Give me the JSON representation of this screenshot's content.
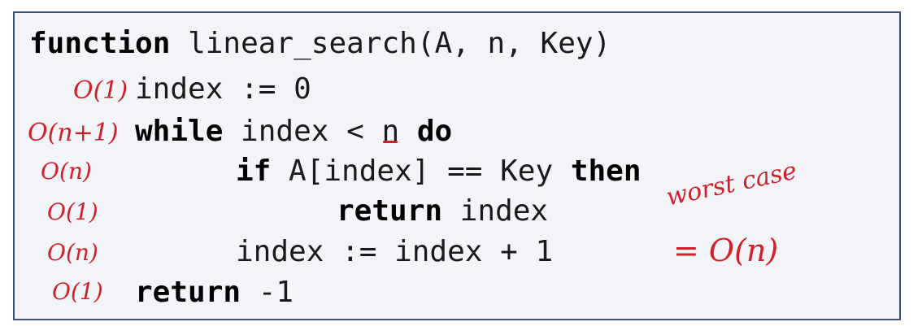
{
  "code": {
    "line1": {
      "keyword": "function",
      "text": " linear_search(A, n, Key)"
    },
    "line2": {
      "text": "index := 0"
    },
    "line3": {
      "keyword": "while",
      "text_before": " index < ",
      "underlined": "n",
      "text_after": " ",
      "keyword2": "do"
    },
    "line4": {
      "keyword": "if",
      "text": " A[index] == Key ",
      "keyword2": "then"
    },
    "line5": {
      "keyword": "return",
      "text": " index"
    },
    "line6": {
      "text": "index := index + 1"
    },
    "line7": {
      "keyword": "return",
      "text": " -1"
    }
  },
  "annotations": {
    "line2": "O(1)",
    "line3": "O(n+1)",
    "line4": "O(n)",
    "line5": "O(1)",
    "line6": "O(n)",
    "line7": "O(1)",
    "worst_case_label": "worst case",
    "worst_case_value": "= O(n)"
  },
  "colors": {
    "annotation": "#d0202a",
    "border": "#3d4f73",
    "background": "#f2f4f8"
  }
}
